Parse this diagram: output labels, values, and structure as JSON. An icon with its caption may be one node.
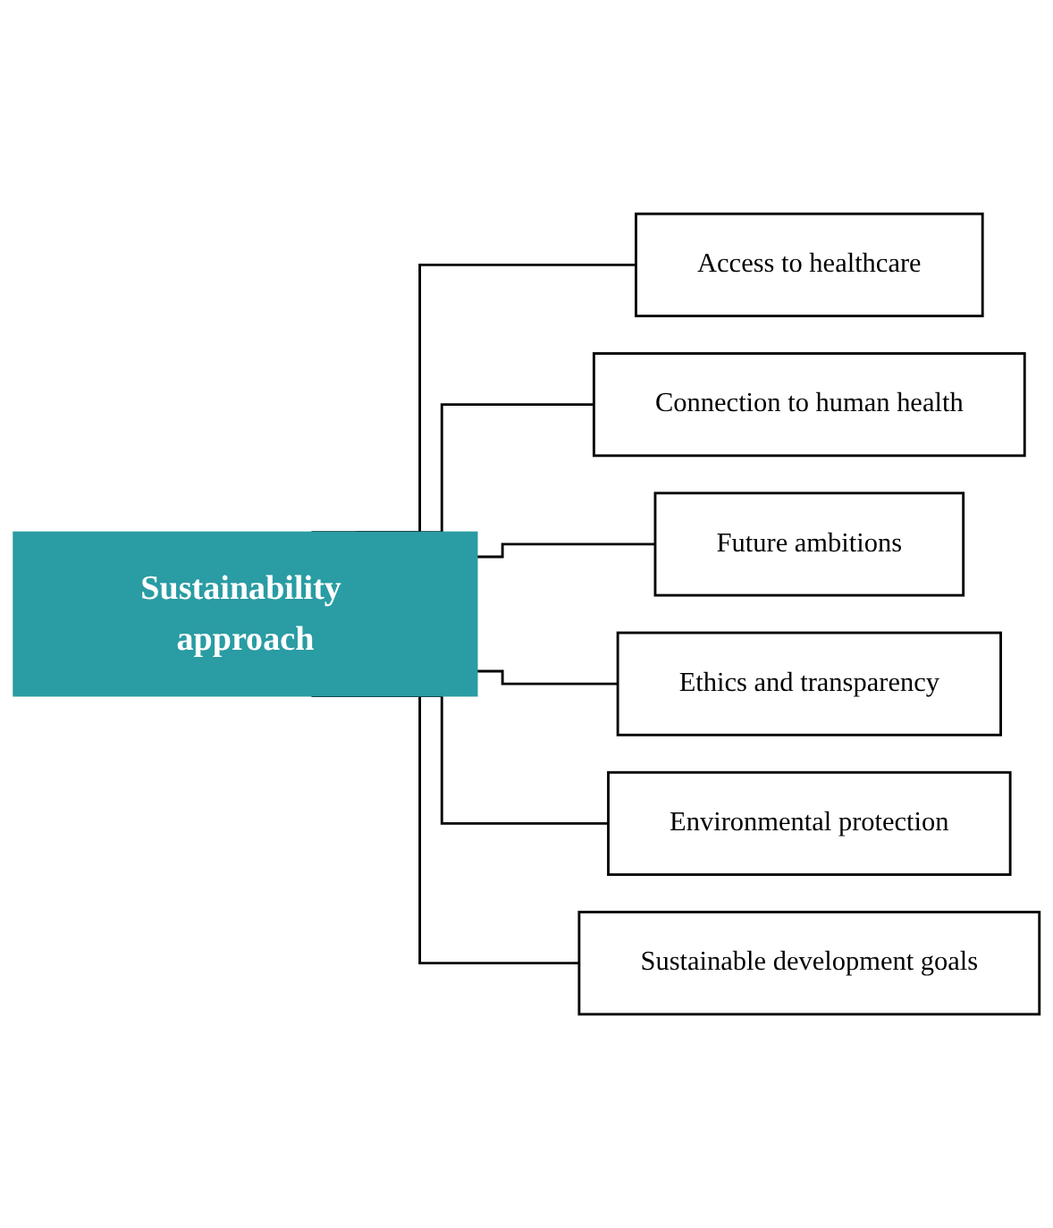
{
  "diagram": {
    "nodes": [
      {
        "text": [
          "Sustainability approach"
        ]
      },
      {
        "text": [
          "Access to healthcare"
        ]
      },
      {
        "text": [
          "Connection to human health"
        ]
      },
      {
        "text": [
          "Future ambitions"
        ]
      },
      {
        "text": [
          "Ethics and transparency"
        ]
      },
      {
        "text": [
          "Environmental protection"
        ]
      },
      {
        "text": [
          "Sustainable development goals"
        ]
      }
    ],
    "edges": [
      {
        "from": 0,
        "to": 1,
        "arrow": "none"
      },
      {
        "from": 0,
        "to": 2,
        "arrow": "none"
      },
      {
        "from": 0,
        "to": 3,
        "arrow": "none"
      },
      {
        "from": 0,
        "to": 4,
        "arrow": "none"
      },
      {
        "from": 0,
        "to": 5,
        "arrow": "none"
      },
      {
        "from": 0,
        "to": 6,
        "arrow": "none"
      }
    ]
  }
}
